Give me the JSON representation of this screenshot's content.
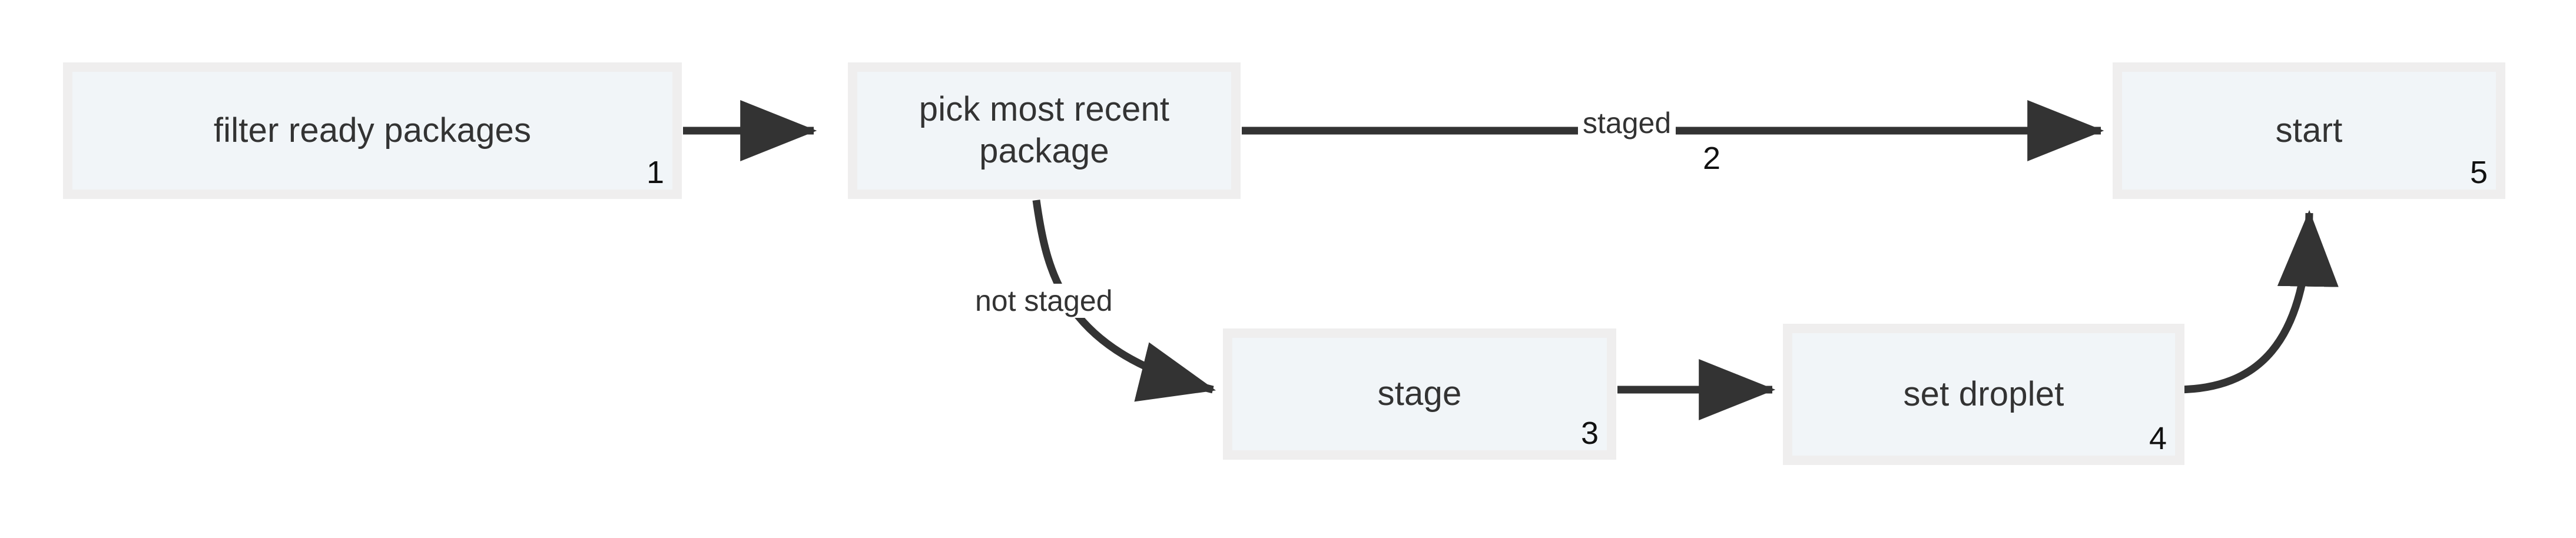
{
  "diagram": {
    "type": "flowchart",
    "background_color": "#ffffff",
    "node_fill_color": "#f1f5f8",
    "node_border_color": "#efeeee",
    "edge_color": "#333333",
    "text_color": "#333333",
    "nodes": [
      {
        "id": "1",
        "label": "filter ready packages"
      },
      {
        "id": "2",
        "label": "pick most recent\npackage"
      },
      {
        "id": "3",
        "label": "stage"
      },
      {
        "id": "4",
        "label": "set droplet"
      },
      {
        "id": "5",
        "label": "start"
      }
    ],
    "edges": [
      {
        "from": "1",
        "to": "2",
        "label": "",
        "id_label": ""
      },
      {
        "from": "2",
        "to": "5",
        "label": "staged",
        "id_label": "2"
      },
      {
        "from": "2",
        "to": "3",
        "label": "not staged",
        "id_label": ""
      },
      {
        "from": "3",
        "to": "4",
        "label": "",
        "id_label": ""
      },
      {
        "from": "4",
        "to": "5",
        "label": "",
        "id_label": ""
      }
    ]
  }
}
